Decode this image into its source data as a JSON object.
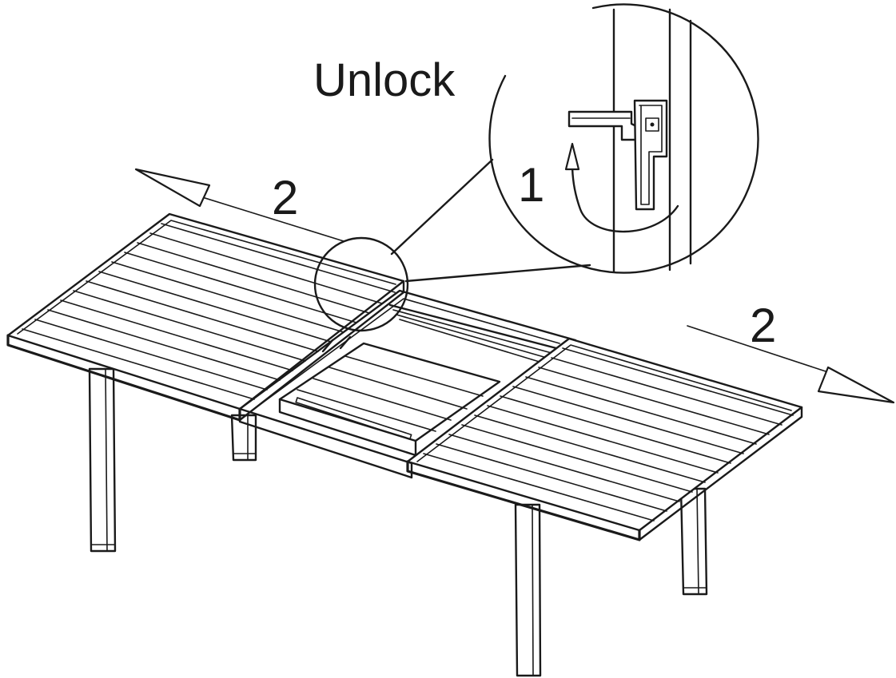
{
  "labels": {
    "unlock": "Unlock",
    "step_1": "1",
    "step_2_left": "2",
    "step_2_right": "2"
  },
  "colors": {
    "ink": "#1a1a1a",
    "paper": "#ffffff"
  }
}
